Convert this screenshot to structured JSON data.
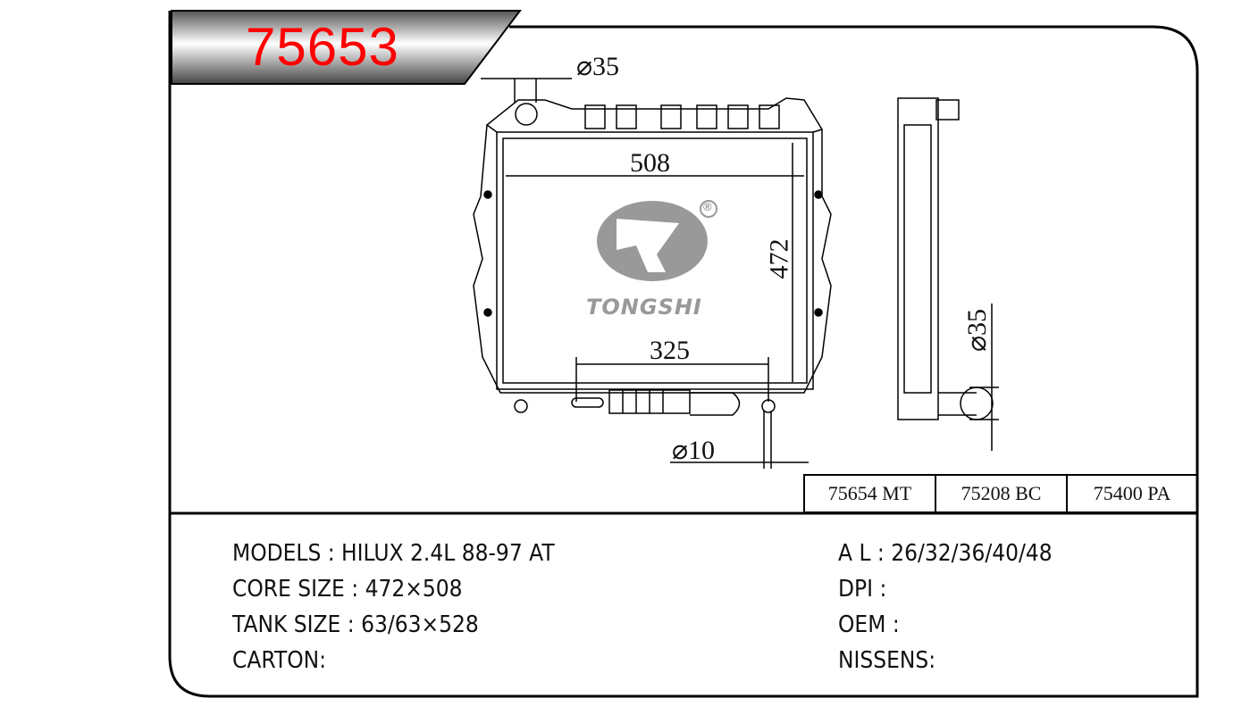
{
  "header": {
    "part_number": "75653"
  },
  "drawing": {
    "dim_inlet_diameter": "⌀35",
    "dim_core_width": "508",
    "dim_core_height": "472",
    "dim_outlet_spacing": "325",
    "dim_drain_diameter": "⌀10",
    "dim_side_diameter": "⌀35",
    "logo_text": "TONGSHI",
    "registered_mark": "®"
  },
  "cross_reference": [
    {
      "label": "75654 MT"
    },
    {
      "label": "75208 BC"
    },
    {
      "label": "75400 PA"
    }
  ],
  "specs_left": [
    {
      "label": "MODELS : HILUX 2.4L 88-97 AT"
    },
    {
      "label": "CORE SIZE : 472×508"
    },
    {
      "label": "TANK SIZE : 63/63×528"
    },
    {
      "label": "CARTON:"
    }
  ],
  "specs_right": [
    {
      "label": "A L : 26/32/36/40/48"
    },
    {
      "label": "DPI :"
    },
    {
      "label": "OEM :"
    },
    {
      "label": "NISSENS:"
    }
  ],
  "colors": {
    "part_number": "#ff0000",
    "logo": "#999999"
  }
}
